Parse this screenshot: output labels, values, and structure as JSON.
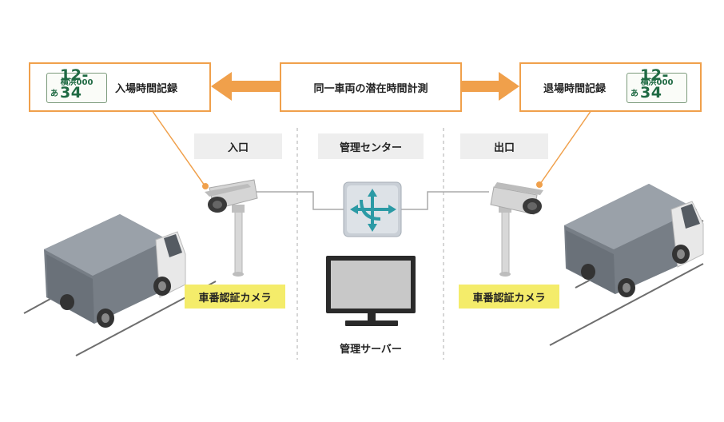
{
  "top": {
    "entry_record": "入場時間記録",
    "center_measure": "同一車両の潜在時間計測",
    "exit_record": "退場時間記録"
  },
  "plate": {
    "region": "横浜000",
    "kana": "あ",
    "number": "12-34"
  },
  "zones": {
    "entrance": "入口",
    "management_center": "管理センター",
    "exit": "出口"
  },
  "camera_label": "車番認証カメラ",
  "server_label": "管理サーバー",
  "colors": {
    "accent_orange": "#f0a04b",
    "label_yellow": "#f4ec6a",
    "zone_gray": "#eeeeee",
    "icon_teal": "#2b9aa5"
  }
}
